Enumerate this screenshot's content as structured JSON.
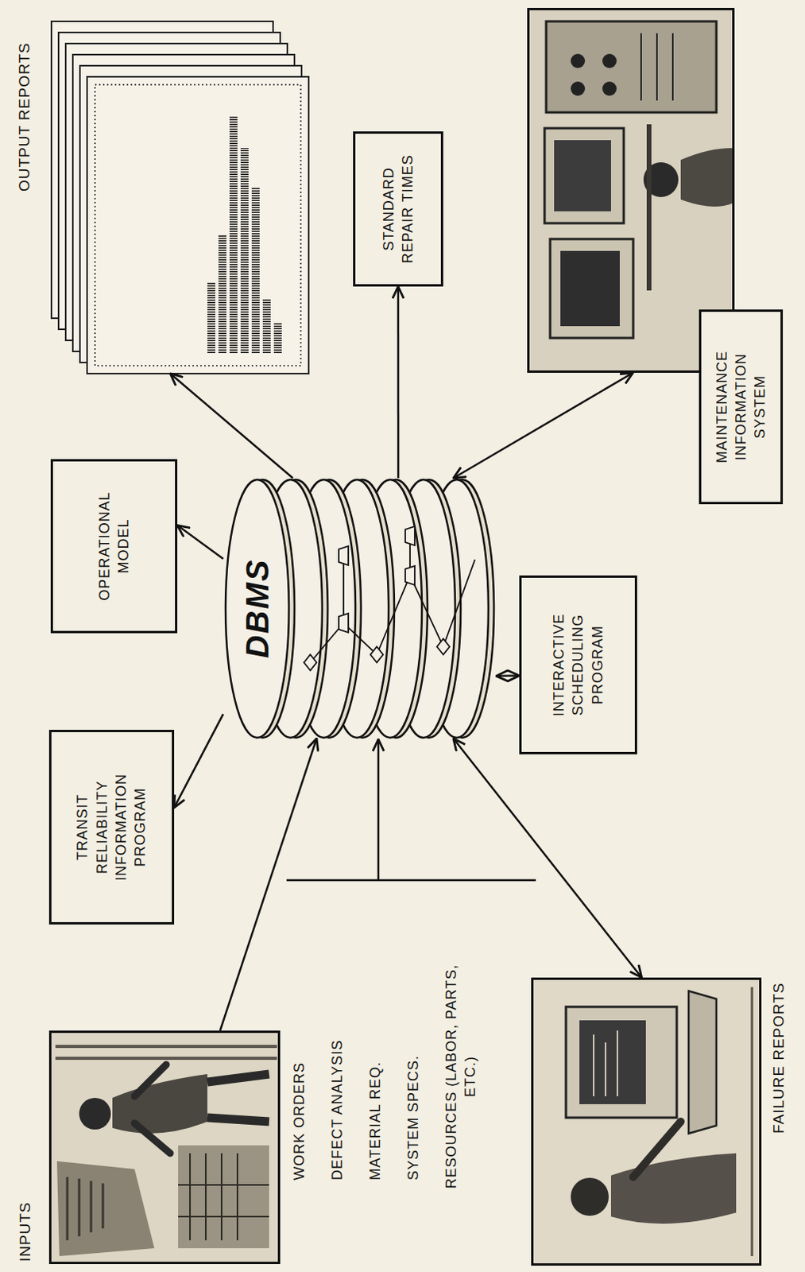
{
  "diagram": {
    "nodes": [
      {
        "text": [
          "INPUTS"
        ]
      },
      {
        "text": [
          "TRANSIT RELIABILITY INFORMATION PROGRAM"
        ]
      },
      {
        "text": [
          "OPERATIONAL MODEL"
        ]
      },
      {
        "text": [
          "DBMS"
        ]
      },
      {
        "text": [
          "OUTPUT REPORTS"
        ]
      },
      {
        "text": [
          "STANDARD REPAIR TIMES"
        ]
      },
      {
        "text": [
          "MAINTENANCE INFORMATION SYSTEM"
        ]
      },
      {
        "text": [
          "INTERACTIVE SCHEDULING PROGRAM"
        ]
      },
      {
        "text": [
          "FAILURE REPORTS"
        ]
      }
    ],
    "edges": [
      {
        "from": 0,
        "to": 3,
        "arrow": "to"
      },
      {
        "from": 3,
        "to": 1,
        "arrow": "to"
      },
      {
        "from": 3,
        "to": 2,
        "arrow": "to"
      },
      {
        "from": 3,
        "to": 4,
        "arrow": "to"
      },
      {
        "from": 3,
        "to": 5,
        "arrow": "to"
      },
      {
        "from": 3,
        "to": 6,
        "arrow": "both"
      },
      {
        "from": 3,
        "to": 7,
        "arrow": "both"
      },
      {
        "from": 3,
        "to": 8,
        "arrow": "both"
      }
    ],
    "labels": [
      "WORK ORDERS",
      "DEFECT ANALYSIS",
      "MATERIAL REQ.",
      "SYSTEM SPECS.",
      "RESOURCES (LABOR, PARTS, ETC.)"
    ]
  }
}
